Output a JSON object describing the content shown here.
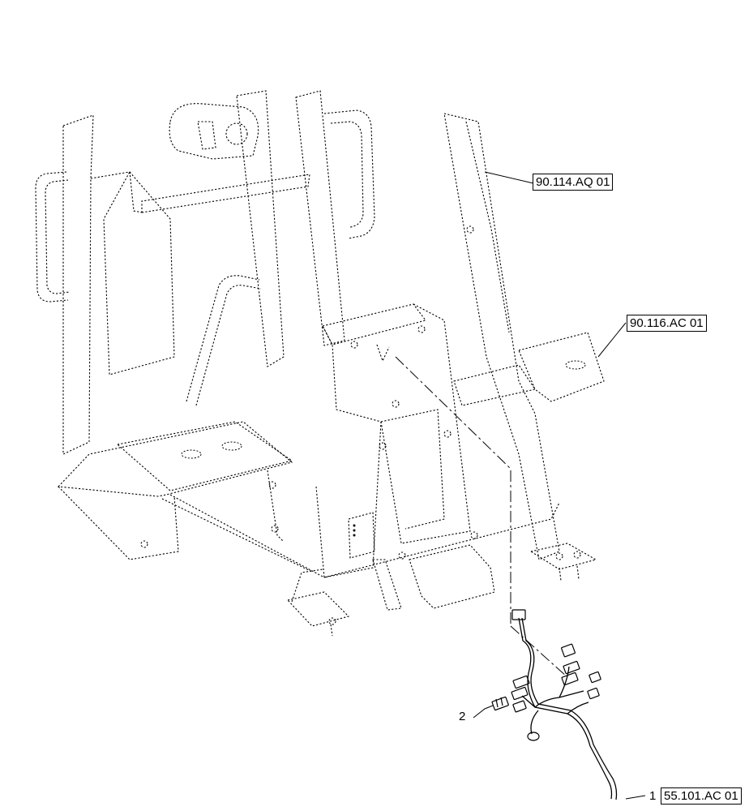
{
  "references": {
    "upper_right": "90.114.AQ 01",
    "middle_right": "90.116.AC 01",
    "bottom_right": "55.101.AC 01"
  },
  "callouts": {
    "harness_item": "1",
    "connector_item": "2"
  }
}
